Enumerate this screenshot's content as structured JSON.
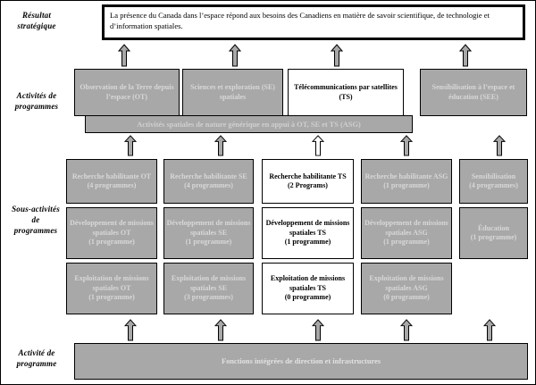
{
  "diagram": {
    "title": "Architecture des activités de programmes — Agence spatiale canadienne",
    "colors": {
      "grey_fill": "#a8a8a8",
      "grey_text": "#d8d8d8",
      "white_fill": "#ffffff",
      "black": "#000000",
      "arrow_fill": "#a8a8a8"
    }
  },
  "row_labels": {
    "strategic_outcome": "Résultat\nstratégique",
    "program_activities": "Activités de\nprogrammes",
    "program_subactivities": "Sous-activités\nde\nprogrammes",
    "program_activity": "Activité de\nprogramme"
  },
  "strategic_outcome": {
    "text": "La présence du Canada dans l’espace répond aux besoins des Canadiens en matière de savoir scientifique, de technologie et d’information spatiales."
  },
  "program_activities": [
    {
      "label": "Observation de la Terre depuis l’espace (OT)",
      "highlight": false
    },
    {
      "label": "Sciences et exploration (SE) spatiales",
      "highlight": false
    },
    {
      "label": "Télécommunications par satellites (TS)",
      "highlight": true
    },
    {
      "label": "Sensibilisation à l’espace et éducation (SEE)",
      "highlight": false
    }
  ],
  "generic_support_bar": {
    "label": "Activités spatiales de nature générique en appui à OT, SE et TS (ASG)"
  },
  "subactivities": {
    "columns": [
      "OT",
      "SE",
      "TS",
      "ASG",
      "SEE"
    ],
    "rows": [
      {
        "name": "recherche-habilitante",
        "cells": [
          {
            "label": "Recherche habilitante OT",
            "count": "(4 programmes)",
            "highlight": false
          },
          {
            "label": "Recherche habilitante SE",
            "count": "(4 programmes)",
            "highlight": false
          },
          {
            "label": "Recherche habilitante TS",
            "count": "(2 Programs)",
            "highlight": true
          },
          {
            "label": "Recherche habilitante ASG",
            "count": "(1 programme)",
            "highlight": false
          },
          {
            "label": "Sensibilisation",
            "count": "(4 programmes)",
            "highlight": false
          }
        ]
      },
      {
        "name": "developpement-missions-spatiales",
        "cells": [
          {
            "label": "Développement de missions spatiales OT",
            "count": "(1 programme)",
            "highlight": false
          },
          {
            "label": "Développement de missions spatiales SE",
            "count": "(1 programme)",
            "highlight": false
          },
          {
            "label": "Développement de missions spatiales TS",
            "count": "(1 programme)",
            "highlight": true
          },
          {
            "label": "Développement de missions spatiales ASG",
            "count": "(1 programme)",
            "highlight": false
          },
          {
            "label": "Éducation",
            "count": "(1 programme)",
            "highlight": false
          }
        ]
      },
      {
        "name": "exploitation-missions-spatiales",
        "cells": [
          {
            "label": "Exploitation de missions spatiales OT",
            "count": "(1 programme)",
            "highlight": false
          },
          {
            "label": "Exploitation de missions spatiales SE",
            "count": "(3 programmes)",
            "highlight": false
          },
          {
            "label": "Exploitation de missions spatiales TS",
            "count": "(0 programme)",
            "highlight": true
          },
          {
            "label": "Exploitation de missions spatiales ASG",
            "count": "(0 programme)",
            "highlight": false
          },
          {
            "label": "",
            "count": "",
            "highlight": false
          }
        ]
      }
    ]
  },
  "footer_bar": {
    "label": "Fonctions intégrées de direction et infrastructures"
  },
  "arrows": {
    "to_outcome": [
      {
        "filled": true
      },
      {
        "filled": true
      },
      {
        "filled": true
      },
      {
        "filled": true
      }
    ],
    "to_activities": [
      {
        "filled": true
      },
      {
        "filled": true
      },
      {
        "filled": false
      },
      {
        "filled": true
      },
      {
        "filled": true
      }
    ],
    "from_footer": [
      {
        "filled": true
      },
      {
        "filled": true
      },
      {
        "filled": true
      },
      {
        "filled": true
      },
      {
        "filled": true
      }
    ]
  }
}
